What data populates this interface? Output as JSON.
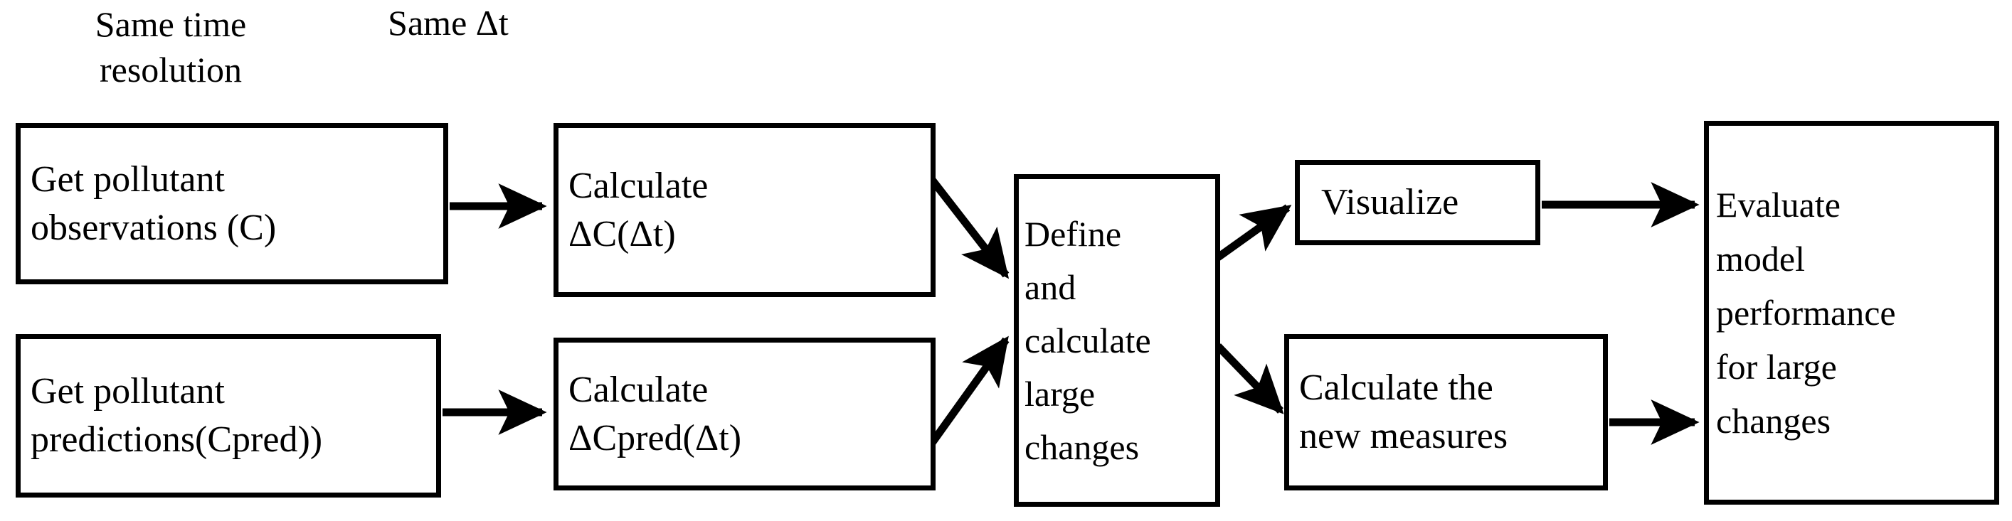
{
  "diagram": {
    "title": "Workflow for evaluating model performance for large pollutant changes",
    "background_color": "#ffffff",
    "line_color": "#000000",
    "captions": [
      {
        "id": "same-time-resolution",
        "line1": "Same  time",
        "line2": "resolution"
      },
      {
        "id": "same-delta-t",
        "line1": "Same  Δt",
        "line2": ""
      }
    ],
    "nodes": [
      {
        "id": "get-observations",
        "lines": [
          "Get  pollutant",
          "observations  (C)"
        ]
      },
      {
        "id": "calculate-dc",
        "lines": [
          "Calculate",
          "ΔC(Δt)"
        ]
      },
      {
        "id": "get-predictions",
        "lines": [
          "Get  pollutant",
          "predictions(Cpred))"
        ]
      },
      {
        "id": "calculate-dcpred",
        "lines": [
          "Calculate",
          "ΔCpred(Δt)"
        ]
      },
      {
        "id": "define-large-changes",
        "lines": [
          "Define",
          "and",
          "calculate",
          "large",
          "changes"
        ]
      },
      {
        "id": "visualize",
        "lines": [
          "Visualize"
        ]
      },
      {
        "id": "new-measures",
        "lines": [
          "Calculate  the",
          "new  measures"
        ]
      },
      {
        "id": "evaluate",
        "lines": [
          "Evaluate",
          "model",
          "performance",
          "for  large",
          "changes"
        ]
      }
    ],
    "edges": [
      {
        "id": "observations-to-calcdc",
        "from": "get-observations",
        "to": "calculate-dc",
        "style": "straight-arrow"
      },
      {
        "id": "predictions-to-calcdcpred",
        "from": "get-predictions",
        "to": "calculate-dcpred",
        "style": "straight-arrow"
      },
      {
        "id": "calcdc-to-define",
        "from": "calculate-dc",
        "to": "define-large-changes",
        "style": "diagonal-arrow"
      },
      {
        "id": "calcdcpred-to-define",
        "from": "calculate-dcpred",
        "to": "define-large-changes",
        "style": "diagonal-arrow"
      },
      {
        "id": "define-to-visualize",
        "from": "define-large-changes",
        "to": "visualize",
        "style": "diagonal-arrow"
      },
      {
        "id": "define-to-newmeasures",
        "from": "define-large-changes",
        "to": "new-measures",
        "style": "diagonal-arrow"
      },
      {
        "id": "visualize-to-evaluate",
        "from": "visualize",
        "to": "evaluate",
        "style": "straight-arrow"
      },
      {
        "id": "newmeasures-to-evaluate",
        "from": "new-measures",
        "to": "evaluate",
        "style": "straight-arrow"
      }
    ]
  }
}
